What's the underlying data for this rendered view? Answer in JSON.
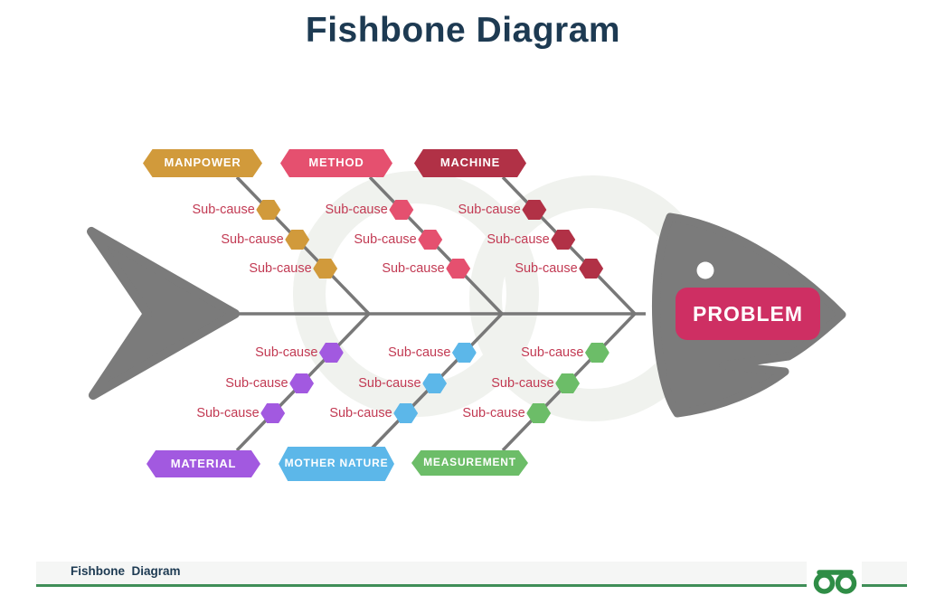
{
  "title": "Fishbone Diagram",
  "problem": {
    "label": "PROBLEM",
    "color": "#ce2f63"
  },
  "sub_cause_text_color": "#c23a53",
  "branches": {
    "top": [
      {
        "label": "MANPOWER",
        "color": "#d19a3b",
        "sub_causes": [
          "Sub-cause",
          "Sub-cause",
          "Sub-cause"
        ]
      },
      {
        "label": "METHOD",
        "color": "#e5506f",
        "sub_causes": [
          "Sub-cause",
          "Sub-cause",
          "Sub-cause"
        ]
      },
      {
        "label": "MACHINE",
        "color": "#b13146",
        "sub_causes": [
          "Sub-cause",
          "Sub-cause",
          "Sub-cause"
        ]
      }
    ],
    "bottom": [
      {
        "label": "MATERIAL",
        "color": "#a259e0",
        "sub_causes": [
          "Sub-cause",
          "Sub-cause",
          "Sub-cause"
        ]
      },
      {
        "label": "MOTHER NATURE",
        "color": "#5cb7e9",
        "sub_causes": [
          "Sub-cause",
          "Sub-cause",
          "Sub-cause"
        ]
      },
      {
        "label": "MEASUREMENT",
        "color": "#6cbd68",
        "sub_causes": [
          "Sub-cause",
          "Sub-cause",
          "Sub-cause"
        ]
      }
    ]
  },
  "fish": {
    "body_color": "#7b7b7b",
    "bone_color": "#787878",
    "eye_color": "#ffffff"
  },
  "watermark_color": "#f0f2ee",
  "footer": {
    "caption": "Fishbone  Diagram",
    "line_color": "#3f8e57",
    "logo_name": "geeksforgeeks-logo",
    "logo_color": "#2f8d46"
  }
}
